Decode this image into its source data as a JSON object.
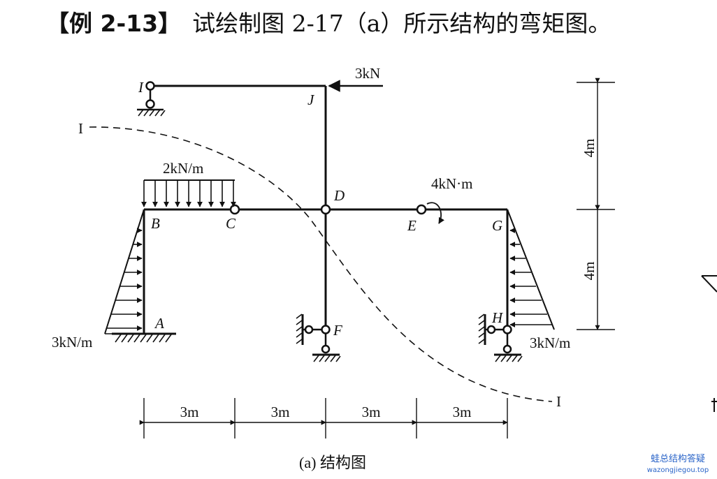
{
  "title": {
    "tag": "【例 2-13】",
    "text": "试绘制图 2-17（a）所示结构的弯矩图。"
  },
  "figure": {
    "caption": "(a) 结构图",
    "nodes": {
      "I": "I",
      "J": "J",
      "B": "B",
      "C": "C",
      "D": "D",
      "E": "E",
      "G": "G",
      "A": "A",
      "F": "F",
      "H": "H"
    },
    "section_marker": "I",
    "loads": {
      "point_force": "3kN",
      "distributed_top": "2kN/m",
      "moment": "4kN·m",
      "triangular_left": "3kN/m",
      "triangular_right": "3kN/m"
    },
    "dimensions": {
      "top_height": "4m",
      "bottom_height": "4m",
      "spans": [
        "3m",
        "3m",
        "3m",
        "3m"
      ]
    }
  },
  "watermark": {
    "line1": "蛙总结构答疑",
    "line2": "wazongjiegou.top"
  }
}
